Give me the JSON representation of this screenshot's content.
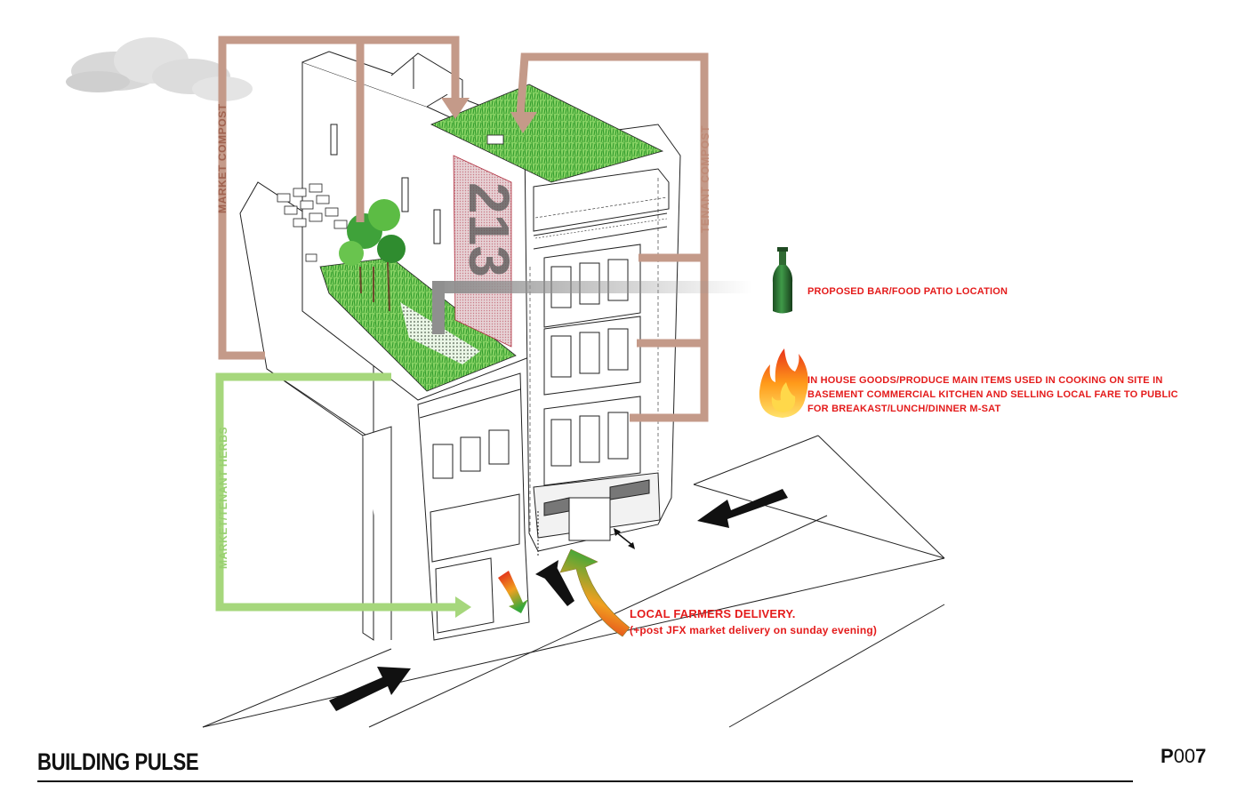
{
  "title": "BUILDING PULSE",
  "page_number": {
    "prefix": "P",
    "middle": "00",
    "suffix": "7"
  },
  "labels": {
    "market_compost": "MARKET COMPOST",
    "tenant_compost": "TENANT COMPOST",
    "market_tenant_herbs": "MARKET/TENANT HERBS"
  },
  "annotations": {
    "bar_patio": "PROPOSED BAR/FOOD PATIO LOCATION",
    "kitchen_lines": [
      "IN HOUSE GOODS/PRODUCE MAIN ITEMS USED IN COOKING ON SITE IN",
      "BASEMENT COMMERCIAL KITCHEN AND SELLING LOCAL FARE TO PUBLIC",
      "FOR BREAKAST/LUNCH/DINNER M-SAT"
    ],
    "delivery_title": "LOCAL FARMERS DELIVERY.",
    "delivery_sub": "(+post JFX market delivery on sunday evening)"
  },
  "building_sign": "213",
  "colors": {
    "compost": "#c49a89",
    "compost_dark": "#a0624f",
    "herbs": "#a6d77c",
    "annotation": "#e41b1b",
    "grass": "#52b83a",
    "grass_light": "#9fdc7a",
    "line": "#222222"
  },
  "icons": {
    "bottle": "green-bottle-icon",
    "fire": "fire-icon",
    "cloud": "cloud-icon"
  }
}
